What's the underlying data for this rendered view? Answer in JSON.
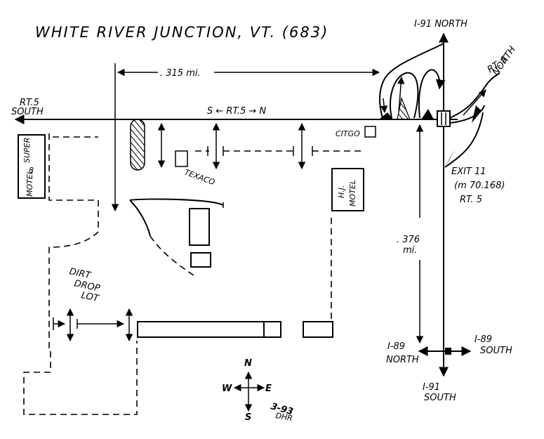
{
  "title": "WHITE RIVER JUNCTION, VT. (683)",
  "colors": {
    "ink": "#000000",
    "paper": "#ffffff"
  },
  "labels": {
    "i91_north": "I-91 NORTH",
    "i91_south_a": "I-91",
    "i91_south_b": "SOUTH",
    "rt5_north_a": "RT. 5",
    "rt5_north_b": "NORTH",
    "rt5_south_a": "RT.5",
    "rt5_south_b": "SOUTH",
    "rt5_center": "S ← RT.5 → N",
    "i89_north_a": "I-89",
    "i89_north_b": "NORTH",
    "i89_south_a": "I-89",
    "i89_south_b": "SOUTH",
    "exit_a": "EXIT 11",
    "exit_b": "(m 70.168)",
    "exit_c": "RT. 5",
    "dist_horizontal": ". 315 mi.",
    "dist_vertical_a": ". 376",
    "dist_vertical_b": "mi.",
    "citgo": "CITGO",
    "texaco": "TEXACO",
    "super8_a": "SUPER",
    "super8_b": "8",
    "super8_c": "MOTEL",
    "hj_a": "H.J.",
    "hj_b": "MOTEL",
    "dirt_a": "DIRT",
    "dirt_b": "DROP",
    "dirt_c": "LOT",
    "compass_n": "N",
    "compass_s": "S",
    "compass_e": "E",
    "compass_w": "W",
    "date": "3-93",
    "author": "DHR"
  }
}
